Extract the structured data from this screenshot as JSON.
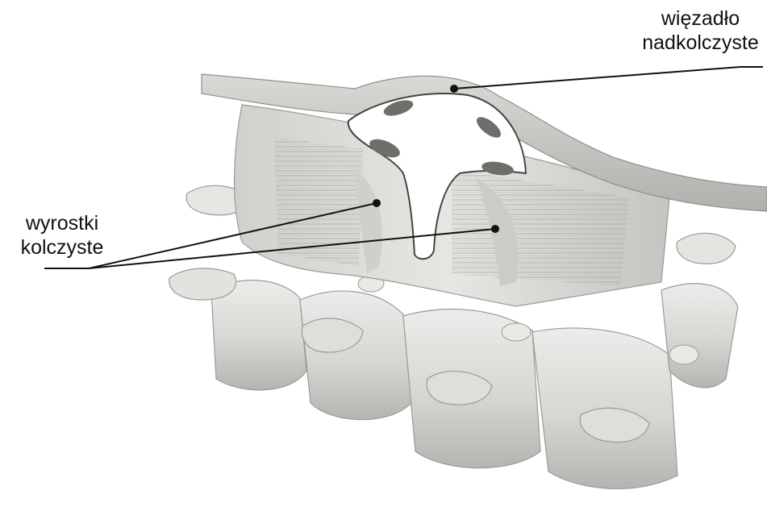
{
  "labels": {
    "ligament": {
      "line1": "więzadło",
      "line2": "nadkolczyste"
    },
    "processes": {
      "line1": "wyrostki",
      "line2": "kolczyste"
    }
  },
  "colors": {
    "background": "#ffffff",
    "bone_light": "#e4e4e2",
    "bone_mid": "#c9c9c6",
    "bone_dark": "#9a9a97",
    "ligament_band": "#bdbdba",
    "cutout": "#ffffff",
    "disc_oval": "#6e6e6b",
    "leader_line": "#111111"
  },
  "icons": {
    "marker": "leader-dot"
  }
}
